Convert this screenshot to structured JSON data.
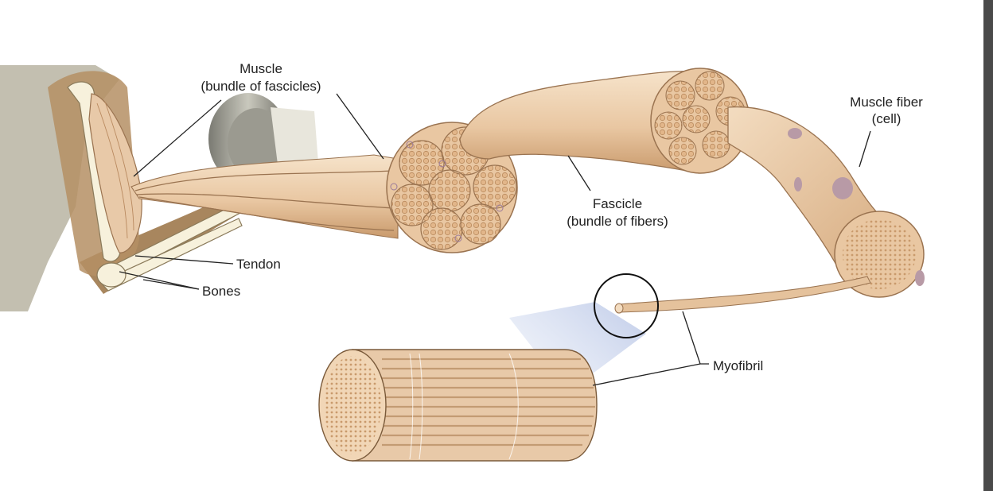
{
  "labels": {
    "muscle_line1": "Muscle",
    "muscle_line2": "(bundle of fascicles)",
    "tendon": "Tendon",
    "bones": "Bones",
    "fascicle_line1": "Fascicle",
    "fascicle_line2": "(bundle of fibers)",
    "muscle_fiber_line1": "Muscle fiber",
    "muscle_fiber_line2": "(cell)",
    "myofibril": "Myofibril"
  },
  "colors": {
    "tissue_light": "#f3dcc0",
    "tissue_mid": "#e4b98d",
    "tissue_dark": "#b9895e",
    "bone": "#f7f1dc",
    "nucleus": "#b89aa6",
    "arm_skin": "#c9a67c",
    "sleeve": "#c7c3b5",
    "zoom_beam": "#c9d3ea"
  }
}
